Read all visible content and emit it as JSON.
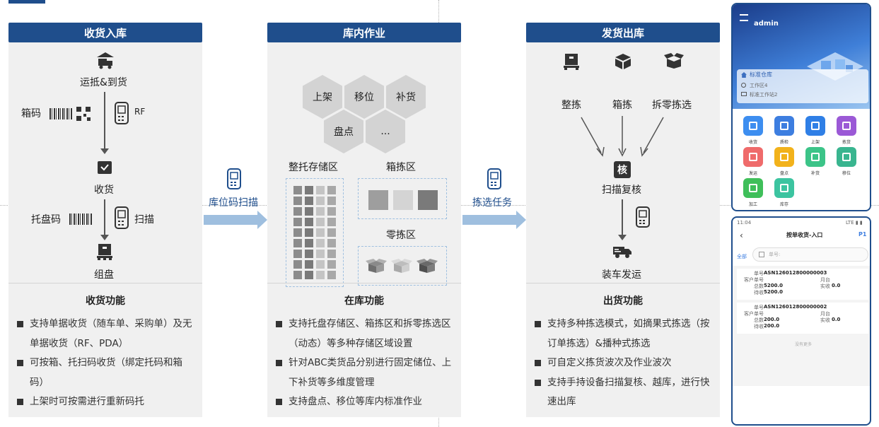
{
  "sections": [
    {
      "title": "收货入库",
      "flow": {
        "step1": "运抵&到货",
        "box_code": "箱码",
        "rf": "RF",
        "step2": "收货",
        "pallet_code": "托盘码",
        "scan": "扫描",
        "step3": "组盘"
      },
      "func_title": "收货功能",
      "funcs": [
        "支持单据收货（随车单、采购单）及无单据收货（RF、PDA）",
        "可按箱、托扫码收货（绑定托码和箱码）",
        "上架时可按需进行重新码托"
      ]
    },
    {
      "title": "库内作业",
      "ops": [
        "上架",
        "移位",
        "补货",
        "盘点",
        "..."
      ],
      "zone_pallet": "整托存储区",
      "zone_box": "箱拣区",
      "zone_piece": "零拣区",
      "func_title": "在库功能",
      "funcs": [
        "支持托盘存储区、箱拣区和拆零拣选区（动态）等多种存储区域设置",
        "针对ABC类货品分别进行固定储位、上下补货等多维度管理",
        "支持盘点、移位等库内标准作业"
      ]
    },
    {
      "title": "发货出库",
      "pick_modes": [
        "整拣",
        "箱拣",
        "拆零拣选"
      ],
      "check_icon_char": "核",
      "check": "扫描复核",
      "ship": "装车发运",
      "func_title": "出货功能",
      "funcs": [
        "支持多种拣选模式，如摘果式拣选（按订单拣选）&播种式拣选",
        "可自定义拣货波次及作业波次",
        "支持手持设备扫描复核、越库，进行快速出库"
      ]
    }
  ],
  "connectors": [
    "库位码扫描",
    "拣选任务"
  ],
  "phone1": {
    "user": "admin",
    "warehouse": "标准仓库",
    "area": "工作区4",
    "station": "标准工作站2",
    "apps": [
      "收货",
      "质检",
      "上架",
      "拣货",
      "发运",
      "盘点",
      "补货",
      "移位",
      "加工",
      "库存"
    ],
    "app_colors": [
      "#3d8ef0",
      "#3d7ee0",
      "#2f7fe6",
      "#9b59d6",
      "#ef6b6b",
      "#f2b21b",
      "#3cc488",
      "#39b58f",
      "#3fbf5a",
      "#3cc4a0"
    ]
  },
  "phone2": {
    "time": "11:04",
    "signal": "LTE ▮ ▮",
    "title": "按单收货-入口",
    "page": "P1",
    "filter": "全部",
    "search_placeholder": "单号:",
    "cards": [
      {
        "no_label": "单号",
        "no": "ASN126012800000003",
        "cust_label": "客户单号",
        "loc_label": "月台",
        "total_label": "总数",
        "total": "5200.0",
        "recv_label": "实收",
        "recv": "0.0",
        "pending_label": "待收",
        "pending": "5200.0"
      },
      {
        "no_label": "单号",
        "no": "ASN126012800000002",
        "cust_label": "客户单号",
        "loc_label": "月台",
        "total_label": "总数",
        "total": "200.0",
        "recv_label": "实收",
        "recv": "0.0",
        "pending_label": "待收",
        "pending": "200.0"
      }
    ],
    "no_more": "没有更多"
  }
}
